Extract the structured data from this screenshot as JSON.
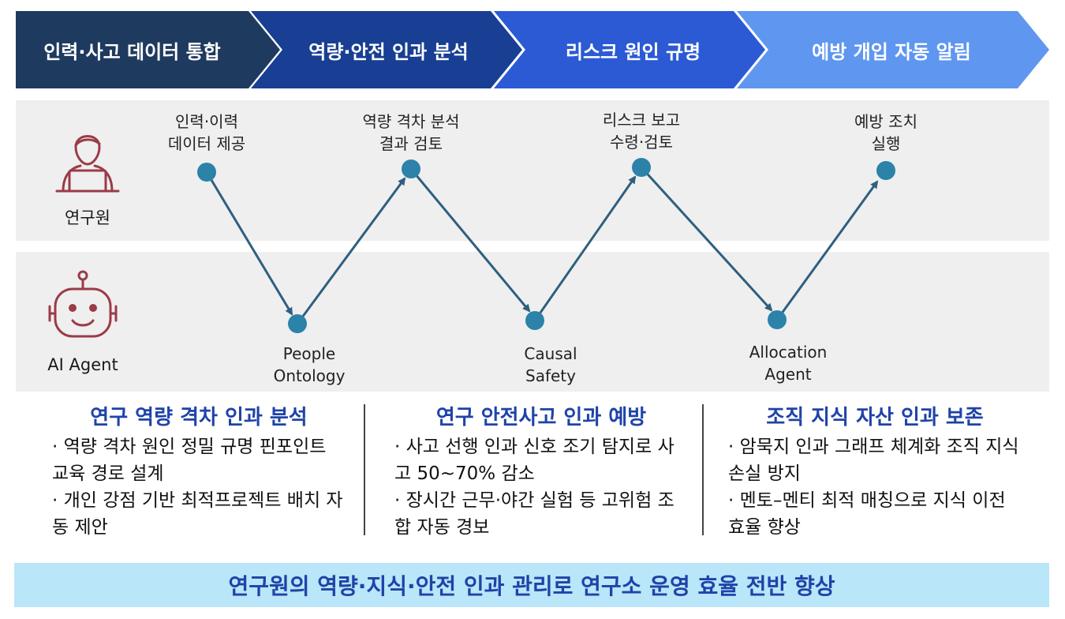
{
  "colors": {
    "step1": "#1f3a5f",
    "step2": "#183f93",
    "step3": "#2b5ad4",
    "step4": "#5f96f0",
    "flow_line": "#2f5f7f",
    "flow_node": "#2c82a8",
    "lane_bg": "#efefef",
    "icon": "#9b3b48",
    "title_blue": "#1f43a8",
    "banner_bg": "#b9e6f8"
  },
  "pipeline": {
    "steps": [
      {
        "label": "인력·사고 데이터 통합"
      },
      {
        "label": "역량·안전 인과 분석"
      },
      {
        "label": "리스크 원인 규명"
      },
      {
        "label": "예방 개입 자동 알림"
      }
    ]
  },
  "lanes": {
    "researcher": {
      "label": "연구원",
      "icon": "person-at-laptop-icon"
    },
    "agent": {
      "label": "AI Agent",
      "icon": "robot-icon"
    }
  },
  "flow": {
    "researcher_nodes": [
      {
        "line1": "인력·이력",
        "line2": "데이터 제공"
      },
      {
        "line1": "역량 격차 분석",
        "line2": "결과 검토"
      },
      {
        "line1": "리스크 보고",
        "line2": "수령·검토"
      },
      {
        "line1": "예방 조치",
        "line2": "실행"
      }
    ],
    "agent_nodes": [
      {
        "line1": "People",
        "line2": "Ontology"
      },
      {
        "line1": "Causal",
        "line2": "Safety"
      },
      {
        "line1": "Allocation",
        "line2": "Agent"
      }
    ]
  },
  "columns": [
    {
      "title": "연구 역량 격차 인과 분석",
      "bullets": [
        "· 역량 격차 원인 정밀 규명 핀포인트 교육 경로 설계",
        "· 개인 강점 기반 최적프로젝트 배치 자동 제안"
      ]
    },
    {
      "title": "연구 안전사고 인과 예방",
      "bullets": [
        "· 사고 선행 인과 신호 조기 탐지로 사고 50~70% 감소",
        "· 장시간 근무·야간 실험 등 고위험 조합 자동 경보"
      ]
    },
    {
      "title": "조직 지식 자산 인과 보존",
      "bullets": [
        "· 암묵지 인과 그래프 체계화 조직 지식 손실 방지",
        "· 멘토–멘티 최적 매칭으로 지식 이전 효율 향상"
      ]
    }
  ],
  "banner": {
    "text": "연구원의 역량·지식·안전 인과 관리로 연구소 운영 효율 전반 향상"
  }
}
